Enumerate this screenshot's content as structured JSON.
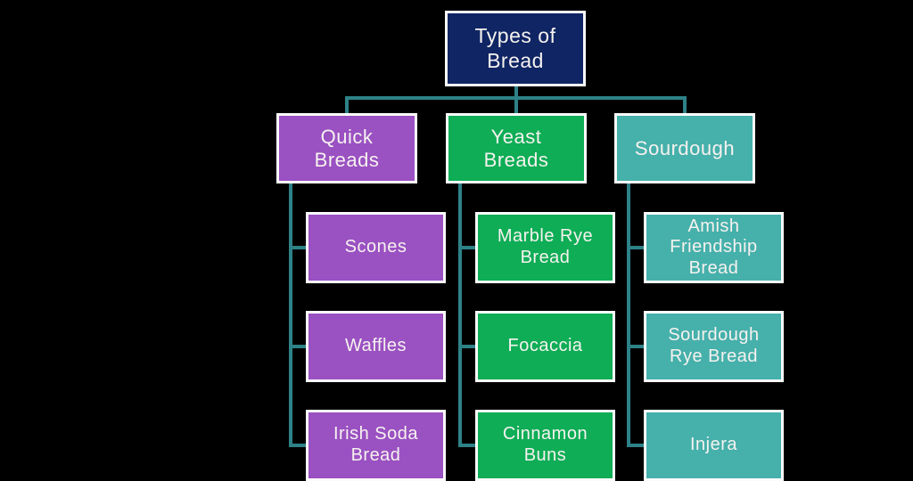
{
  "diagram": {
    "background_color": "#000000",
    "connector_color": "#2d8287",
    "text_color": "#f6f2ef",
    "border_color": "#fbfbfb",
    "root": {
      "label": "Types of Bread",
      "color": "#0f2564"
    },
    "branches": [
      {
        "label": "Quick Breads",
        "color": "#9a51c2",
        "children": [
          "Scones",
          "Waffles",
          "Irish Soda Bread"
        ]
      },
      {
        "label": "Yeast Breads",
        "color": "#0ead56",
        "children": [
          "Marble Rye Bread",
          "Focaccia",
          "Cinnamon Buns"
        ]
      },
      {
        "label": "Sourdough",
        "color": "#46b0ab",
        "children": [
          "Amish Friendship Bread",
          "Sourdough Rye Bread",
          "Injera"
        ]
      }
    ]
  }
}
